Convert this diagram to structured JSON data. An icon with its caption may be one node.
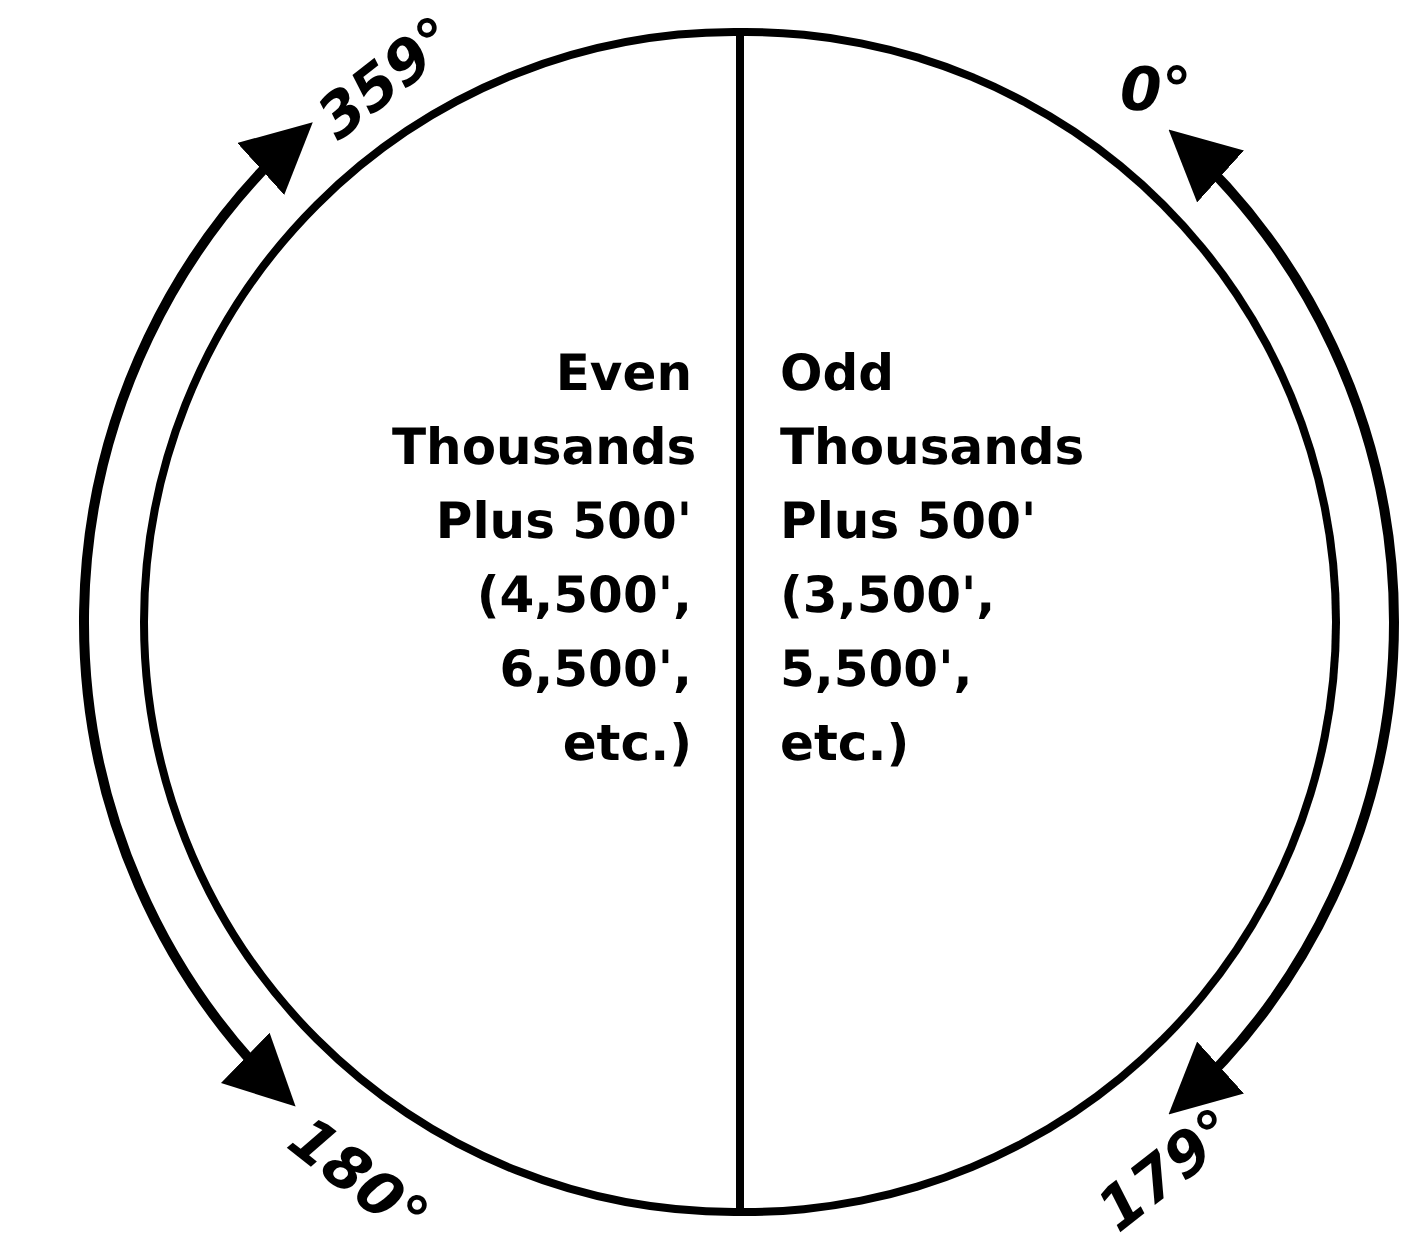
{
  "diagram": {
    "nodes": [
      {
        "text": [
          "Even Thousands Plus 500' (4,500', 6,500', etc.)"
        ]
      },
      {
        "text": [
          "Odd Thousands Plus 500' (3,500', 5,500', etc.)"
        ]
      }
    ],
    "labels": [
      "359°",
      "0°",
      "180°",
      "179°"
    ]
  }
}
